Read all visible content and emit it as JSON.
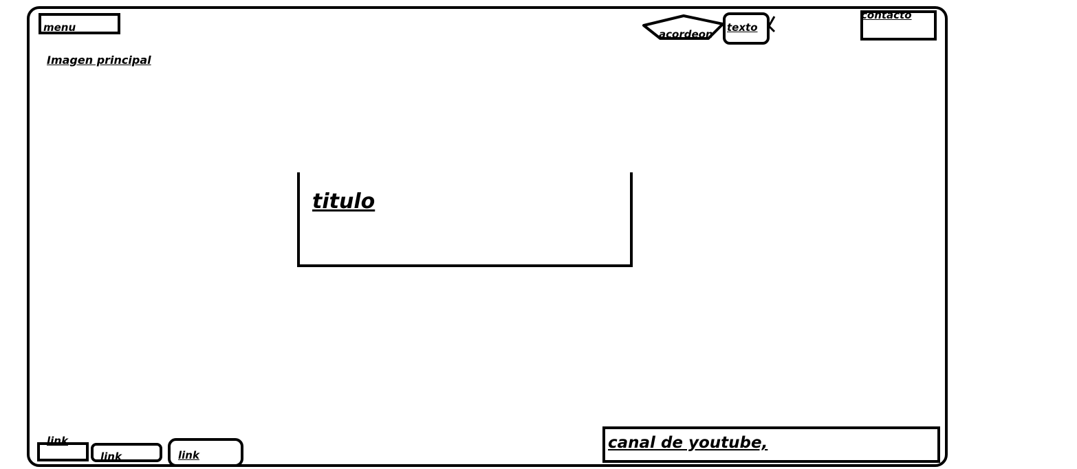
{
  "header": {
    "menu_label": "menu",
    "acordeon_label": "acordeon",
    "texto_label": "texto",
    "contact_label": "contacto"
  },
  "main": {
    "hero_label": "Imagen principal",
    "title_label": "titulo"
  },
  "footer": {
    "links": [
      "link",
      "link",
      "link"
    ],
    "youtube_label": "canal de youtube,"
  },
  "colors": {
    "stroke": "#000000",
    "background": "#ffffff"
  }
}
